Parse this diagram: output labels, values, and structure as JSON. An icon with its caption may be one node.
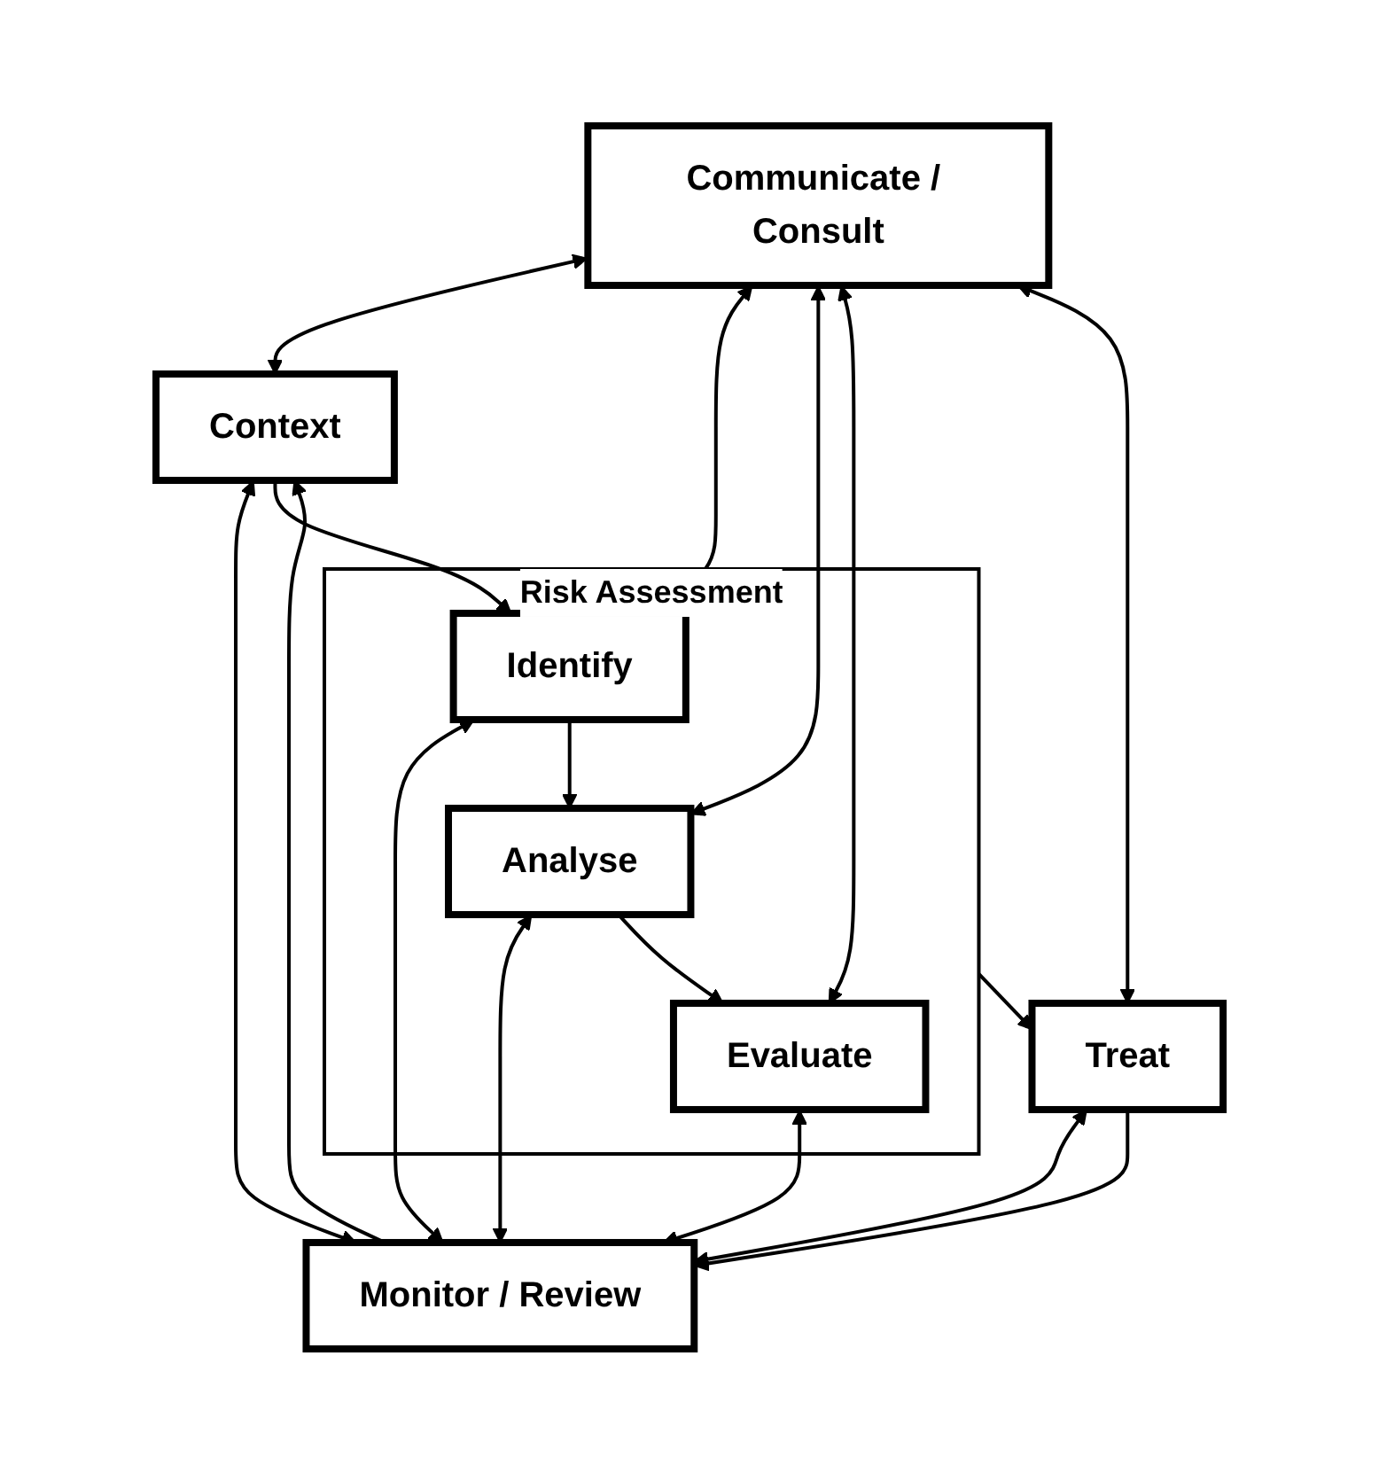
{
  "diagram": {
    "nodes": [
      {
        "text": [
          "Communicate / Consult"
        ]
      },
      {
        "text": [
          "Context"
        ]
      },
      {
        "text": [
          "Risk Assessment"
        ]
      },
      {
        "text": [
          "Identify"
        ],
        "in": 2
      },
      {
        "text": [
          "Analyse"
        ],
        "in": 2
      },
      {
        "text": [
          "Evaluate"
        ],
        "in": 2
      },
      {
        "text": [
          "Treat"
        ]
      },
      {
        "text": [
          "Monitor / Review"
        ]
      }
    ],
    "edges": [
      {
        "from": 0,
        "to": 1,
        "arrow": "both"
      },
      {
        "from": 1,
        "to": 7,
        "arrow": "both"
      },
      {
        "from": 7,
        "to": 1,
        "arrow": "to"
      },
      {
        "from": 1,
        "to": 3,
        "arrow": "to"
      },
      {
        "from": 0,
        "to": 3,
        "arrow": "both"
      },
      {
        "from": 3,
        "to": 7,
        "arrow": "both"
      },
      {
        "from": 3,
        "to": 4,
        "arrow": "to"
      },
      {
        "from": 0,
        "to": 4,
        "arrow": "both"
      },
      {
        "from": 4,
        "to": 7,
        "arrow": "both"
      },
      {
        "from": 4,
        "to": 5,
        "arrow": "to"
      },
      {
        "from": 0,
        "to": 5,
        "arrow": "both"
      },
      {
        "from": 5,
        "to": 7,
        "arrow": "both"
      },
      {
        "from": 2,
        "to": 6,
        "arrow": "to"
      },
      {
        "from": 0,
        "to": 6,
        "arrow": "both"
      },
      {
        "from": 6,
        "to": 7,
        "arrow": "both"
      },
      {
        "from": 6,
        "to": 7,
        "arrow": "to"
      }
    ]
  }
}
